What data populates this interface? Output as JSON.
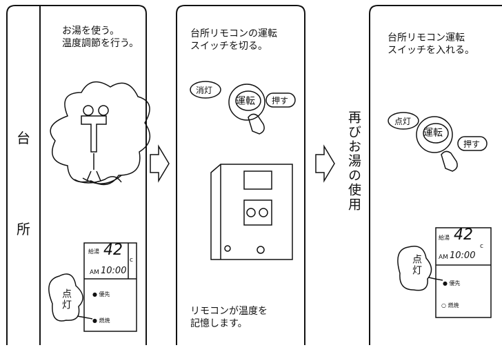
{
  "side_label": {
    "top": "台",
    "bottom": "所"
  },
  "panel1": {
    "caption": "お湯を使う。\n温度調節を行う。",
    "display": {
      "temp_label": "給湯",
      "temp_value": "42",
      "unit": "c",
      "time_prefix": "AM",
      "time": "10:00",
      "row1": "● 優先",
      "row2": "● 燃焼"
    },
    "callout": "点灯"
  },
  "panel2": {
    "caption": "台所リモコンの運転\nスイッチを切る。",
    "off_label": "消灯",
    "switch_label": "運転",
    "press_label": "押す",
    "bottom_caption": "リモコンが温度を\n記憶します。"
  },
  "middle_label": "再びお湯の使用",
  "panel3": {
    "caption": "台所リモコン運転\nスイッチを入れる。",
    "on_label": "点灯",
    "switch_label": "運転",
    "press_label": "押す",
    "display": {
      "temp_label": "給湯",
      "temp_value": "42",
      "unit": "c",
      "time_prefix": "AM",
      "time": "10:00",
      "row1": "● 優先",
      "row2": "○ 燃焼"
    },
    "callout": "点灯"
  }
}
